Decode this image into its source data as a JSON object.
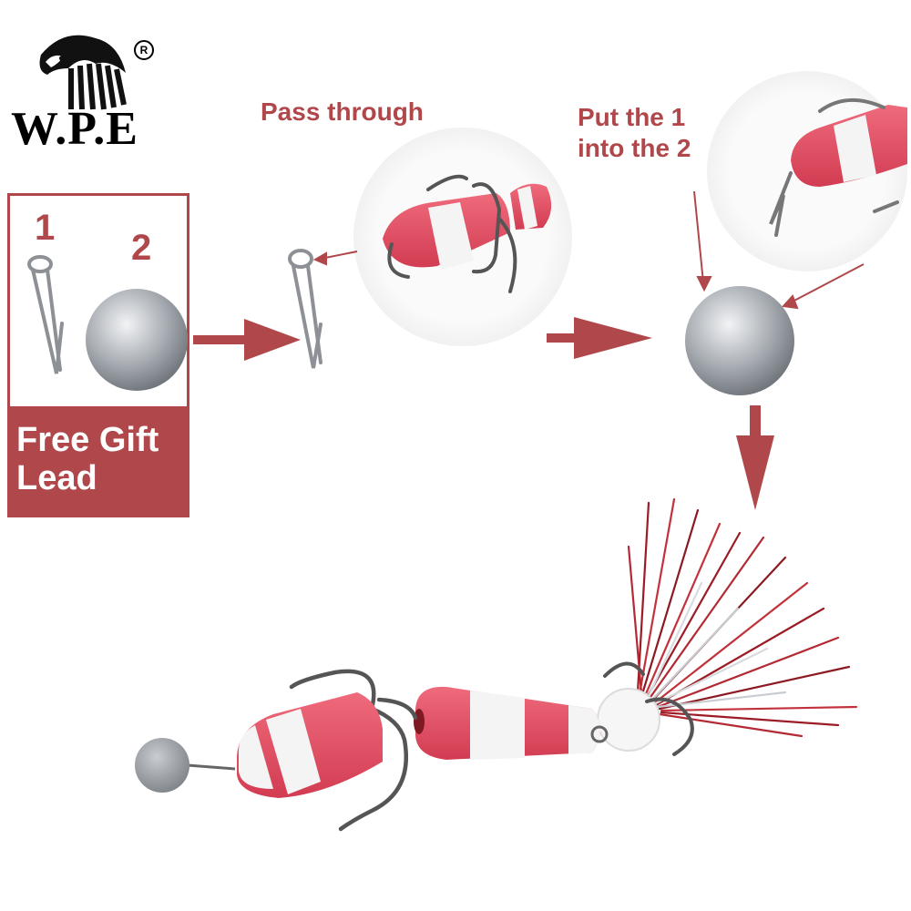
{
  "brand": {
    "name": "W.P.E",
    "registered": "R"
  },
  "gift_box": {
    "item1_number": "1",
    "item2_number": "2",
    "label": "Free Gift Lead"
  },
  "steps": {
    "step1_caption": "Pass through",
    "step2_caption": "Put the 1 into the 2"
  },
  "colors": {
    "accent": "#b0474a",
    "lure_pink": "#e04a5f",
    "lure_white": "#f4f4f4",
    "lead_gray": "#9a9fa5"
  }
}
